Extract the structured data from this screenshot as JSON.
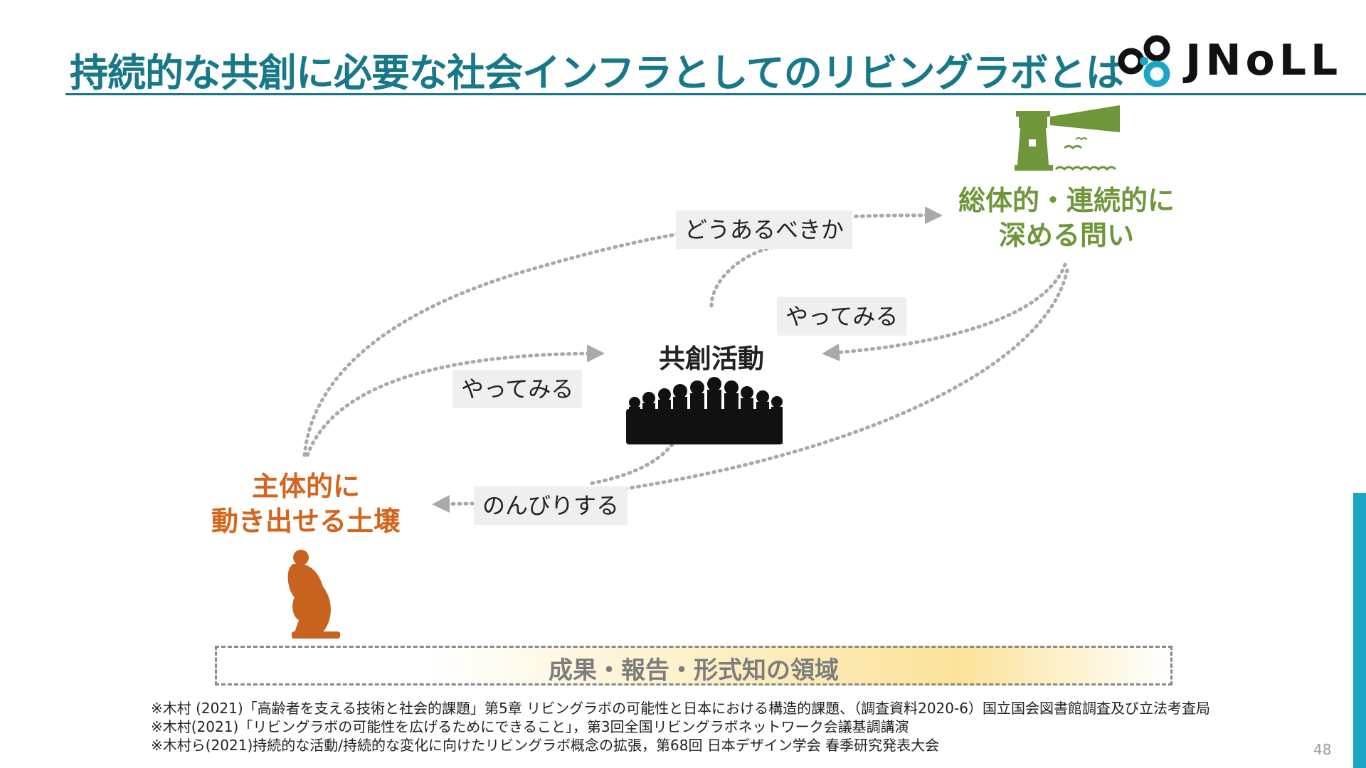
{
  "slide": {
    "title": "持続的な共創に必要な社会インフラとしてのリビングラボとは",
    "logo_text": "JNoLL",
    "page_number": "48"
  },
  "diagram": {
    "top_node": {
      "line1": "総体的・連続的に",
      "line2": "深める問い"
    },
    "left_node": {
      "line1": "主体的に",
      "line2": "動き出せる土壌"
    },
    "center_node": "共創活動",
    "labels": {
      "how_should": "どうあるべきか",
      "try_right": "やってみる",
      "try_left": "やってみる",
      "relax": "のんびりする"
    },
    "area": "成果・報告・形式知の領域"
  },
  "references": [
    "※木村 (2021)「高齢者を支える技術と社会的課題」第5章 リビングラボの可能性と日本における構造的課題、（調査資料2020-6）国立国会図書館調査及び立法考査局",
    "※木村(2021)「リビングラボの可能性を広げるためにできること」，第3回全国リビングラボネットワーク会議基調講演",
    "※木村ら(2021)持続的な活動/持続的な変化に向けたリビングラボ概念の拡張，第68回 日本デザイン学会 春季研究発表大会"
  ],
  "colors": {
    "title": "#17788a",
    "green": "#6f963a",
    "orange": "#d4651c",
    "arrow": "#a9a9a9",
    "accent_bar": "#1aa6c4"
  }
}
